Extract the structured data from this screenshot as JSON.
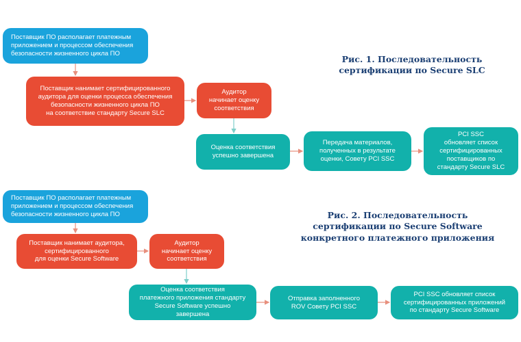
{
  "fig1": {
    "title": "Рис. 1. Последовательность\nсертификации по Secure SLC",
    "nodes": {
      "vendor": "Поставщик ПО располагает платежным\nприложением и процессом обеспечения\nбезопасности жизненного цикла ПО",
      "hire": "Поставщик нанимает сертифицированного\nаудитора для оценки процесса обеспечения\nбезопасности жизненного цикла ПО\nна соответствие стандарту Secure SLC",
      "auditor": "Аудитор\nначинает оценку\nсоответствия",
      "done": "Оценка соответствия\nуспешно завершена",
      "submit": "Передача материалов,\nполученных в результате\nоценки, Совету PCI SSC",
      "update": "PCI SSC\nобновляет список\nсертифицированных\nпоставщиков по\nстандарту Secure SLC"
    }
  },
  "fig2": {
    "title": "Рис. 2. Последовательность\nсертификации по Secure Software\nконкретного платежного приложения",
    "nodes": {
      "vendor": "Поставщик ПО располагает платежным\nприложением и процессом обеспечения\nбезопасности жизненного цикла ПО",
      "hire": "Поставщик нанимает аудитора,\nсертифицированного\nдля оценки Secure Software",
      "auditor": "Аудитор\nначинает оценку\nсоответствия",
      "done": "Оценка соответствия\nплатежного приложения стандарту\nSecure Software успешно\nзавершена",
      "submit": "Отправка заполненного\nROV Совету PCI SSC",
      "update": "PCI SSC обновляет список\nсертифицированных приложений\nпо стандарту Secure Software"
    }
  },
  "colors": {
    "blue": "#1aa3dc",
    "red": "#e84c34",
    "teal": "#12b1ab",
    "title": "#1b3f73",
    "arrow": "#e8907e"
  }
}
